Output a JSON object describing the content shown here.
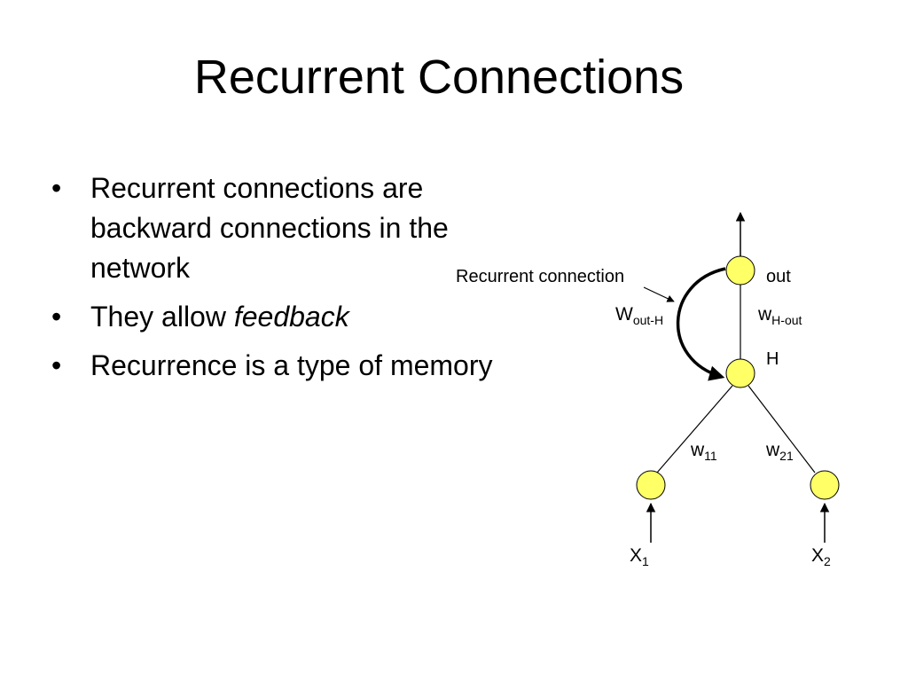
{
  "slide": {
    "title": "Recurrent Connections",
    "bullets": [
      {
        "text": "Recurrent connections are backward connections in the network"
      },
      {
        "prefix": "They allow ",
        "emphasis": "feedback"
      },
      {
        "text": "Recurrence is a type of memory"
      }
    ],
    "bullet_glyph": "•"
  },
  "diagram": {
    "node_color": "#ffff66",
    "labels": {
      "recurrent_connection": "Recurrent connection",
      "out": "out",
      "hidden": "H",
      "w_out_h_main": "W",
      "w_out_h_sub": "out-H",
      "w_h_out_main": "w",
      "w_h_out_sub": "H-out",
      "w11_main": "w",
      "w11_sub": "11",
      "w21_main": "w",
      "w21_sub": "21",
      "x1_main": "X",
      "x1_sub": "1",
      "x2_main": "X",
      "x2_sub": "2"
    }
  }
}
